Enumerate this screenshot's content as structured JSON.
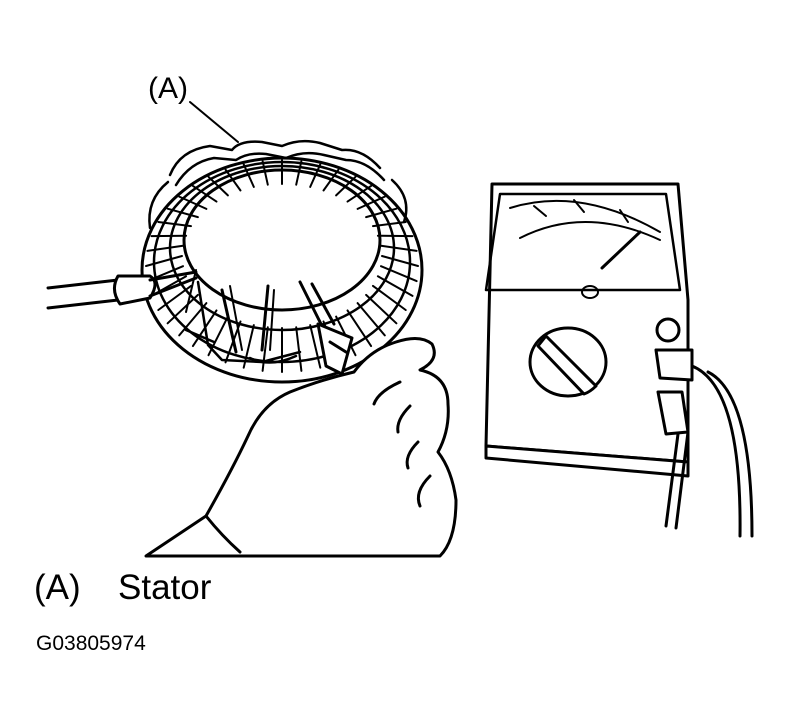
{
  "figure": {
    "callout": "(A)",
    "legend": {
      "letter": "(A)",
      "name": "Stator"
    },
    "code": "G03805974"
  },
  "icons": [
    "stator-coil-illustration",
    "ohmmeter-illustration",
    "hand-illustration",
    "test-probe-illustration"
  ],
  "colors": {
    "ink": "#000000",
    "paper": "#ffffff"
  }
}
